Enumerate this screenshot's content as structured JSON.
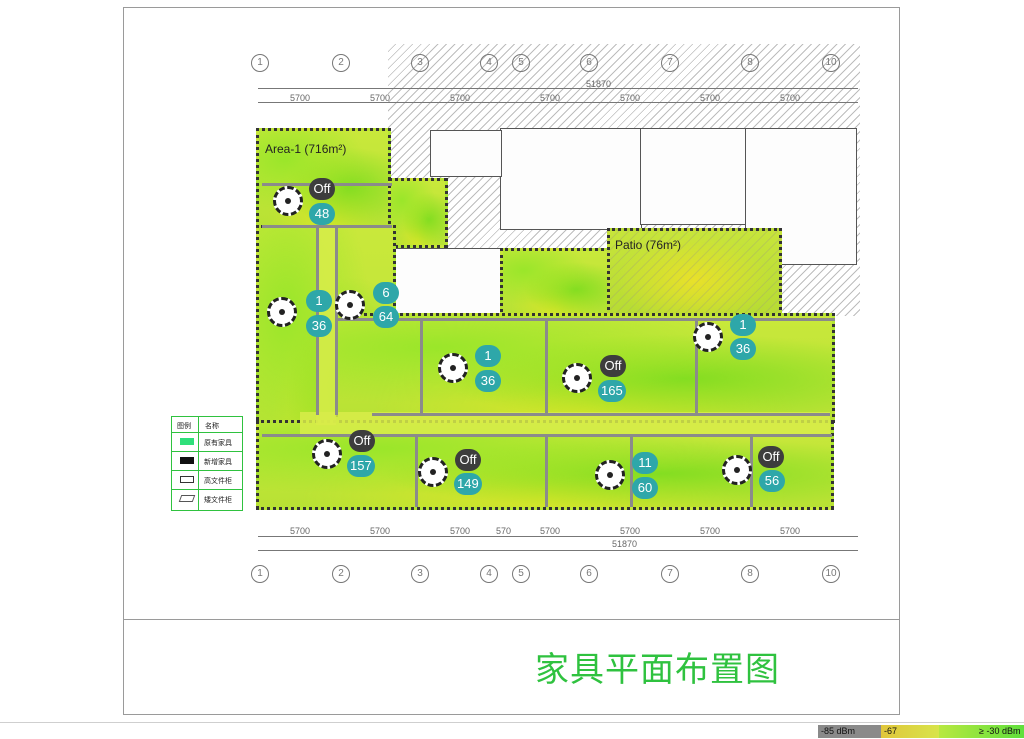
{
  "title": "家具平面布置图",
  "grid_labels_top": [
    "1",
    "2",
    "3",
    "4",
    "5",
    "6",
    "7",
    "8",
    "10"
  ],
  "grid_labels_bottom": [
    "1",
    "2",
    "3",
    "4",
    "5",
    "6",
    "7",
    "8",
    "10"
  ],
  "dims_top": [
    "5700",
    "5700",
    "5700",
    "",
    "5700",
    "5700",
    "5700",
    "5700"
  ],
  "dim_total_top": "51870",
  "dims_bottom": [
    "5700",
    "5700",
    "5700",
    "570",
    "5700",
    "5700",
    "5700",
    "5700"
  ],
  "dim_total_bottom": "51870",
  "areas": {
    "area1": "Area-1 (716m²)",
    "patio": "Patio (76m²)"
  },
  "aps": [
    {
      "top": "Off",
      "bottom": "48"
    },
    {
      "top": "1",
      "bottom": "36"
    },
    {
      "top": "6",
      "bottom": "64"
    },
    {
      "top": "1",
      "bottom": "36"
    },
    {
      "top": "Off",
      "bottom": "165"
    },
    {
      "top": "1",
      "bottom": "36"
    },
    {
      "top": "Off",
      "bottom": "157"
    },
    {
      "top": "Off",
      "bottom": "149"
    },
    {
      "top": "11",
      "bottom": "60"
    },
    {
      "top": "Off",
      "bottom": "56"
    }
  ],
  "legend": {
    "header_left": "图例",
    "header_right": "名称",
    "rows": [
      "原有家具",
      "新增家具",
      "高文件柜",
      "矮文件柜"
    ]
  },
  "signal_scale": {
    "low": "-85 dBm",
    "mid": "-67",
    "high": "≥ -30 dBm",
    "colors": {
      "low": "#8a8a8a",
      "mid": "#e8d84a",
      "high": "#6fe03c"
    }
  }
}
